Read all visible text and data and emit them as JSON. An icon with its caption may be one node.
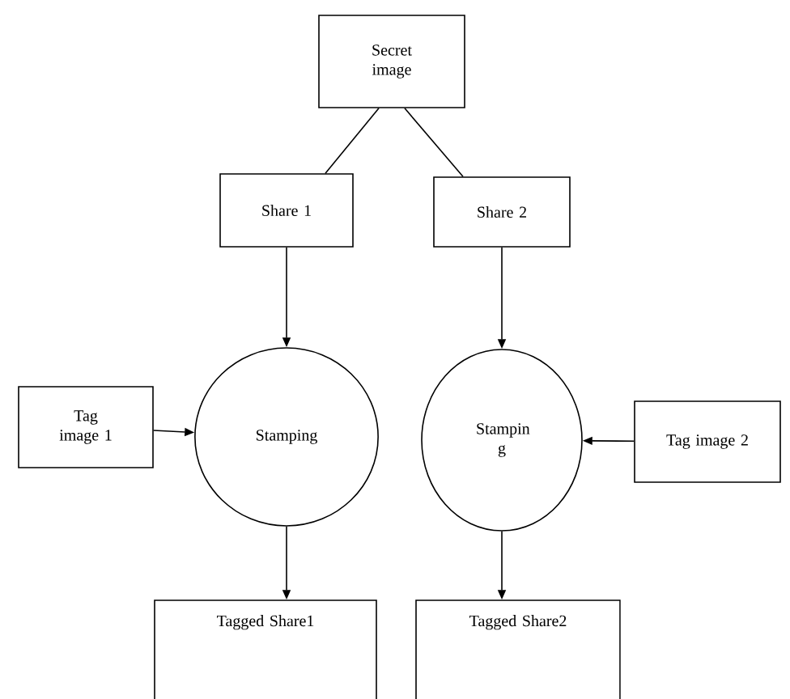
{
  "diagram": {
    "nodes": [
      {
        "text": [
          "Secret image"
        ]
      },
      {
        "text": [
          "Share 1"
        ]
      },
      {
        "text": [
          "Share 2"
        ]
      },
      {
        "text": [
          "Tag image 1"
        ]
      },
      {
        "text": [
          "Stamping"
        ]
      },
      {
        "text": [
          "Stampin g"
        ]
      },
      {
        "text": [
          "Tag image 2"
        ]
      },
      {
        "text": [
          "Tagged  Share1"
        ]
      },
      {
        "text": [
          "Tagged  Share2"
        ]
      }
    ],
    "edges": [
      {
        "from": 0,
        "to": 1,
        "arrow": "none"
      },
      {
        "from": 0,
        "to": 2,
        "arrow": "none"
      },
      {
        "from": 1,
        "to": 4,
        "arrow": "to"
      },
      {
        "from": 2,
        "to": 5,
        "arrow": "to"
      },
      {
        "from": 3,
        "to": 4,
        "arrow": "to"
      },
      {
        "from": 6,
        "to": 5,
        "arrow": "to"
      },
      {
        "from": 4,
        "to": 7,
        "arrow": "to"
      },
      {
        "from": 5,
        "to": 8,
        "arrow": "to"
      }
    ]
  }
}
